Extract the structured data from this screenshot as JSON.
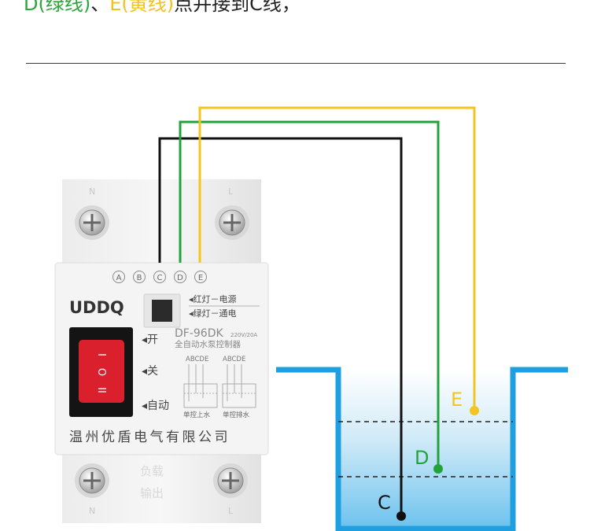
{
  "header": {
    "d_text": "D(绿线)",
    "sep": "、",
    "e_text": "E(黄线)",
    "rest": "点并接到C线，"
  },
  "device": {
    "top_terminal_n": "N",
    "top_terminal_l": "L",
    "terminals": [
      "A",
      "B",
      "C",
      "D",
      "E"
    ],
    "brand": "UDDQ",
    "indicator_red": "◂红灯－电源",
    "indicator_green": "◂绿灯－通电",
    "model": "DF-96DK",
    "rating": "220V/20A",
    "subtitle": "全自动水泵控制器",
    "switch_on": "◂开",
    "switch_off": "◂关",
    "switch_auto": "◂自动",
    "abc_left": "ABCDE",
    "abc_right": "ABCDE",
    "mode_up": "单控上水",
    "mode_drain": "单控排水",
    "company": "温州优盾电气有限公司",
    "output_label_1": "负载",
    "output_label_2": "输出",
    "bottom_terminal_n": "N",
    "bottom_terminal_l": "L",
    "rocker_symbol_1": "I",
    "rocker_symbol_2": "O",
    "rocker_symbol_3": "II"
  },
  "tank": {
    "label_e": "E",
    "label_d": "D",
    "label_c": "C"
  },
  "colors": {
    "wire_black": "#111111",
    "wire_green": "#22a33a",
    "wire_yellow": "#f2c521",
    "tank_blue": "#1f9fe0",
    "switch_red": "#d9202c"
  }
}
